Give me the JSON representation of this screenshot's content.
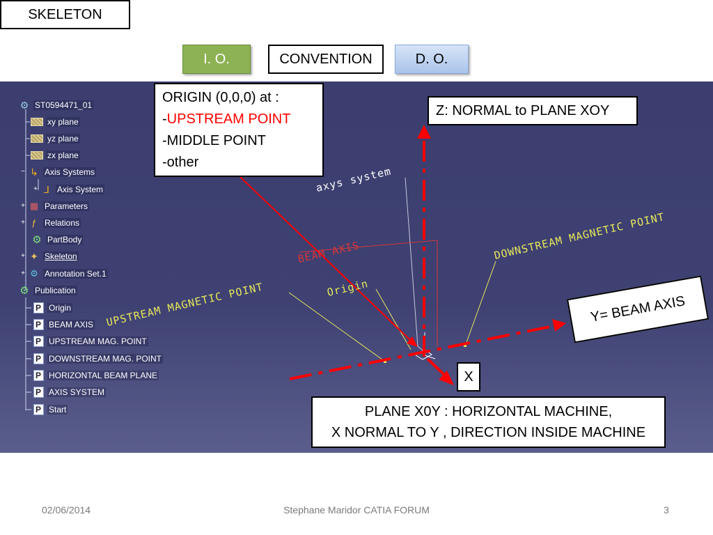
{
  "header": {
    "skeleton": "SKELETON",
    "io": "I. O.",
    "convention": "CONVENTION",
    "do": "D. O."
  },
  "tree": {
    "root": "ST0594471_01",
    "items": [
      {
        "label": "xy plane",
        "icon": "plane-icon"
      },
      {
        "label": "yz plane",
        "icon": "plane-icon"
      },
      {
        "label": "zx plane",
        "icon": "plane-icon"
      },
      {
        "label": "Axis Systems",
        "icon": "axis-systems-icon"
      },
      {
        "label": "Axis System",
        "icon": "axis-system-icon"
      },
      {
        "label": "Parameters",
        "icon": "parameters-icon"
      },
      {
        "label": "Relations",
        "icon": "relations-icon"
      },
      {
        "label": "PartBody",
        "icon": "gear-icon"
      },
      {
        "label": "Skeleton",
        "icon": "skeleton-icon"
      },
      {
        "label": "Annotation Set.1",
        "icon": "annotation-icon"
      },
      {
        "label": "Publication",
        "icon": "publication-icon"
      },
      {
        "label": "Origin",
        "icon": "publication-item-icon"
      },
      {
        "label": "BEAM AXIS",
        "icon": "publication-item-icon"
      },
      {
        "label": "UPSTREAM MAG. POINT",
        "icon": "publication-item-icon"
      },
      {
        "label": "DOWNSTREAM MAG. POINT",
        "icon": "publication-item-icon"
      },
      {
        "label": "HORIZONTAL BEAM PLANE",
        "icon": "publication-item-icon"
      },
      {
        "label": "AXIS SYSTEM",
        "icon": "publication-item-icon"
      },
      {
        "label": "Start",
        "icon": "publication-item-icon"
      }
    ]
  },
  "scene": {
    "axys_system": "axys system",
    "beam_axis": "BEAM AXIS",
    "origin": "Origin",
    "upstream": "UPSTREAM MAGNETIC POINT",
    "downstream": "DOWNSTREAM MAGNETIC POINT"
  },
  "callouts": {
    "origin_title": "ORIGIN (0,0,0)  at :",
    "origin_dash1": "-",
    "origin_upstream": "UPSTREAM POINT",
    "origin_middle": "-MIDDLE POINT",
    "origin_other": "-other",
    "z": "Z: NORMAL to PLANE XOY",
    "y": "Y= BEAM AXIS",
    "x": "X",
    "plane_line1": "PLANE X0Y :    HORIZONTAL MACHINE,",
    "plane_line2": "X NORMAL TO Y , DIRECTION INSIDE MACHINE"
  },
  "footer": {
    "date": "02/06/2014",
    "center": "Stephane Maridor CATIA FORUM",
    "page": "3"
  },
  "colors": {
    "io_green": "#8db254",
    "do_blue": "#a9c4ea",
    "viewport_bg": "#3e4172",
    "cad_yellow": "#e8e85a",
    "axis_red": "#ff0000"
  }
}
